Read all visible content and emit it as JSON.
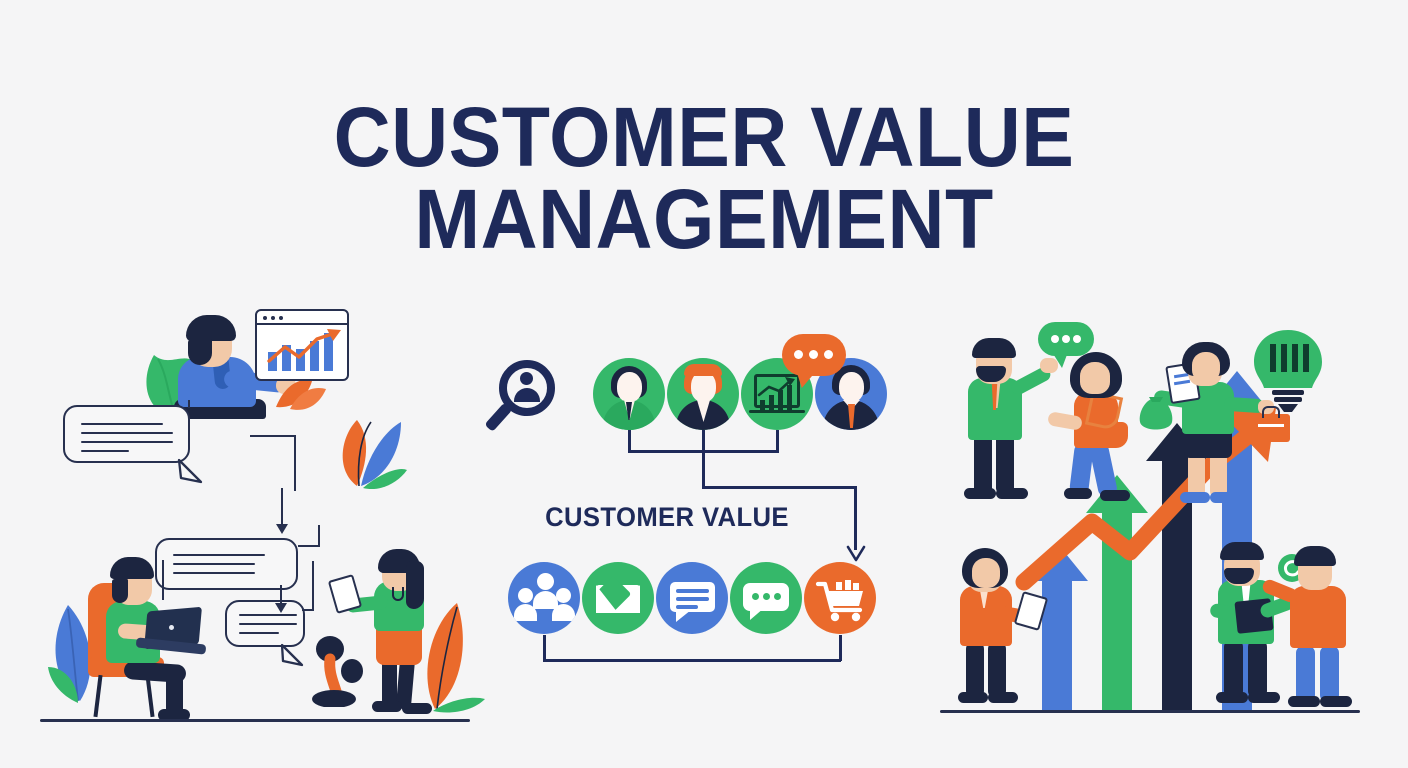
{
  "page": {
    "background_color": "#f5f5f6",
    "title_color": "#1e2a5a"
  },
  "title": {
    "line1": "CUSTOMER VALUE",
    "line2": "MANAGEMENT"
  },
  "palette": {
    "navy": "#1e2a5a",
    "green": "#35b86a",
    "blue": "#4a7ad6",
    "orange": "#ea6a2c",
    "white": "#ffffff",
    "background": "#f5f5f6"
  },
  "left_panel": {
    "name": "customer-feedback-flow-illustration",
    "description": "Flowchart of speech bubbles connecting people",
    "figures": [
      {
        "id": "analyst-with-dashboard",
        "shirt_color": "#4a7ad6",
        "prop": "browser-chart-window"
      },
      {
        "id": "man-with-laptop",
        "shirt_color": "#35b86a",
        "chair_color": "#ea6a2c"
      },
      {
        "id": "woman-with-tablet",
        "top_color": "#35b86a",
        "skirt_color": "#ea6a2c"
      }
    ],
    "bubbles": [
      {
        "id": "bubble-1",
        "lines": 3
      },
      {
        "id": "bubble-2",
        "lines": 4
      },
      {
        "id": "bubble-3",
        "lines": 3
      },
      {
        "id": "bubble-4",
        "lines": 3
      }
    ]
  },
  "middle_panel": {
    "label": "CUSTOMER VALUE",
    "search_icon": "magnifier-person-icon",
    "top_row": [
      {
        "icon": "woman-dark-hair-avatar",
        "color": "#35b86a"
      },
      {
        "icon": "woman-orange-hair-avatar",
        "color": "#35b86a"
      },
      {
        "icon": "analytics-chart-avatar",
        "color": "#35b86a"
      },
      {
        "icon": "businessman-avatar",
        "color": "#4a7ad6"
      }
    ],
    "speech_bubble": {
      "icon": "speech-bubble-dots-icon",
      "color": "#ea6a2c",
      "dots": 3
    },
    "bottom_row": [
      {
        "icon": "people-group-icon",
        "color": "#4a7ad6"
      },
      {
        "icon": "envelope-icon",
        "color": "#35b86a"
      },
      {
        "icon": "message-lines-icon",
        "color": "#4a7ad6"
      },
      {
        "icon": "chat-dots-icon",
        "color": "#35b86a"
      },
      {
        "icon": "shopping-cart-icon",
        "color": "#ea6a2c"
      }
    ]
  },
  "right_panel": {
    "name": "growth-team-illustration",
    "trend_arrow_color": "#ea6a2c",
    "bars": [
      {
        "id": "bar-1",
        "color": "#4a7ad6",
        "height_pct": 42
      },
      {
        "id": "bar-2",
        "color": "#35b86a",
        "height_pct": 62
      },
      {
        "id": "bar-3",
        "color": "#1c2540",
        "height_pct": 76
      },
      {
        "id": "bar-4",
        "color": "#4a7ad6",
        "height_pct": 90
      }
    ],
    "figures": [
      {
        "id": "man-green-blazer-talking",
        "jacket_color": "#35b86a",
        "prop": "speech-bubble-dots-icon"
      },
      {
        "id": "woman-orange-top-walking",
        "top_color": "#ea6a2c",
        "pants_color": "#4a7ad6",
        "prop": "handbag-icon"
      },
      {
        "id": "woman-with-clipboard",
        "top_color": "#35b86a",
        "prop": "lightbulb-icon"
      },
      {
        "id": "woman-orange-sweater",
        "top_color": "#ea6a2c",
        "prop": "tablet-icon"
      },
      {
        "id": "man-green-blazer-clipboard",
        "jacket_color": "#35b86a",
        "prop": "clipboard-icon"
      },
      {
        "id": "man-orange-sweater-coin",
        "top_color": "#ea6a2c",
        "prop": "coin-icon"
      }
    ]
  }
}
